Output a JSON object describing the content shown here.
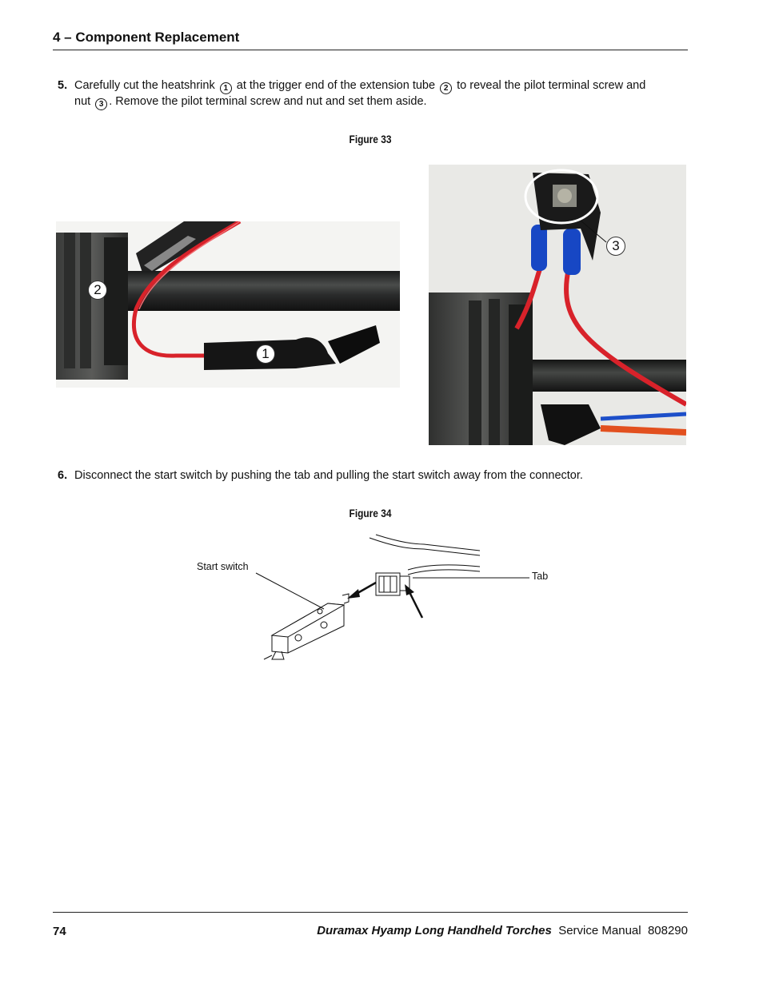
{
  "header": {
    "title": "4  –  Component Replacement"
  },
  "step5": {
    "number": "5.",
    "part1": "Carefully cut the heatshrink",
    "c1": "1",
    "part2": "at the trigger end of the extension tube",
    "c2": "2",
    "part3": "to reveal the pilot terminal screw and",
    "part4": "nut",
    "c3": "3",
    "part5": ". Remove the pilot terminal screw and nut and set them aside."
  },
  "figure33": {
    "label": "Figure 33",
    "left_callouts": {
      "one": "1",
      "two": "2"
    },
    "right_callouts": {
      "three": "3"
    }
  },
  "step6": {
    "number": "6.",
    "text": "Disconnect the start switch by pushing the tab and pulling the start switch away from the connector."
  },
  "figure34": {
    "label": "Figure 34",
    "start_switch_label": "Start switch",
    "tab_label": "Tab"
  },
  "footer": {
    "page_number": "74",
    "product": "Duramax Hyamp Long Handheld Torches",
    "manual": "Service Manual",
    "doc_number": "808290"
  },
  "colors": {
    "wire_red": "#d8222a",
    "wire_blue": "#1d4fc9",
    "tube": "#2a2c2b",
    "terminal_blue": "#1747c4"
  }
}
